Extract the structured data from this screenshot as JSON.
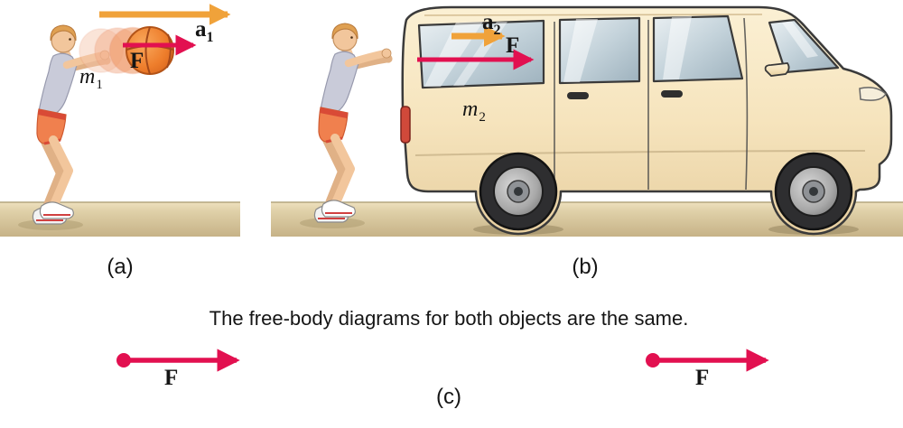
{
  "figure": {
    "panels": {
      "a": {
        "caption": "(a)",
        "acceleration": {
          "symbol": "a",
          "subscript": "1"
        },
        "force": {
          "symbol": "F"
        },
        "mass": {
          "symbol": "m",
          "subscript": "1"
        }
      },
      "b": {
        "caption": "(b)",
        "acceleration": {
          "symbol": "a",
          "subscript": "2"
        },
        "force": {
          "symbol": "F"
        },
        "mass": {
          "symbol": "m",
          "subscript": "2"
        }
      },
      "c": {
        "caption": "(c)",
        "statement": "The free-body diagrams for both objects are the same.",
        "free_body_diagrams": [
          {
            "force": {
              "symbol": "F"
            }
          },
          {
            "force": {
              "symbol": "F"
            }
          }
        ]
      }
    },
    "colors": {
      "force_arrow": "#e21050",
      "acceleration_arrow": "#f0a23a",
      "ground": "#d9c8a0",
      "car_body": "#f6e5c0",
      "car_window": "#c3d2da",
      "basketball": "#ee7e2c"
    }
  }
}
